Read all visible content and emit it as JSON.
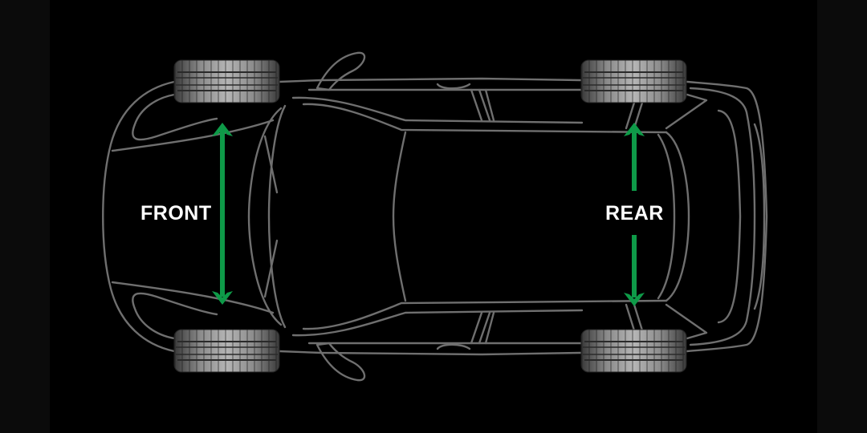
{
  "diagram": {
    "type": "car-top-view-axle-diagram",
    "labels": {
      "front": "FRONT",
      "rear": "REAR"
    },
    "arrows": [
      {
        "axle": "front",
        "direction": "bidirectional-vertical"
      },
      {
        "axle": "rear",
        "direction": "bidirectional-vertical"
      }
    ],
    "tires": [
      {
        "position": "front-left"
      },
      {
        "position": "front-right"
      },
      {
        "position": "rear-left"
      },
      {
        "position": "rear-right"
      }
    ],
    "colors": {
      "background": "#000000",
      "side_band": "#0b0b0b",
      "outline": "#6f6f6f",
      "arrow": "#0e9a48",
      "label": "#ffffff",
      "tire": "#8a8a8a"
    }
  }
}
